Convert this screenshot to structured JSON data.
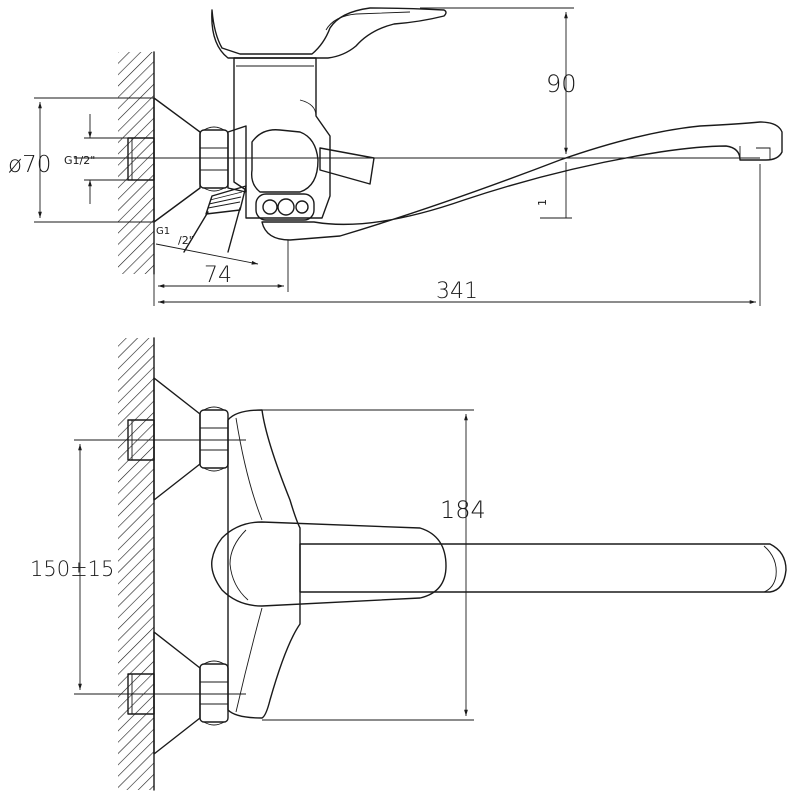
{
  "dimensions": {
    "height_90": "90",
    "diameter_70": "ø70",
    "thread_top": "G1/2\"",
    "thread_bottom_g": "G1",
    "thread_bottom_half": "/2\"",
    "offset_74": "74",
    "length_341": "341",
    "small_1": "1",
    "height_184": "184",
    "spacing_150": "150±15"
  }
}
